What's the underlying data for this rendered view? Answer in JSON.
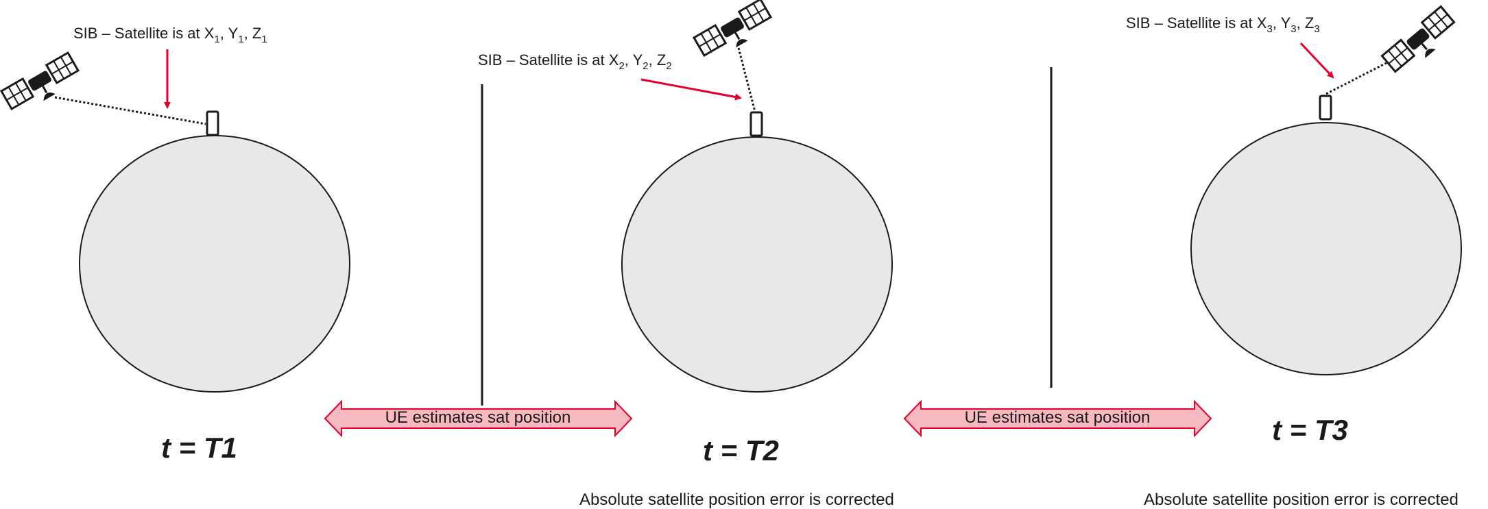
{
  "panels": [
    {
      "sib": {
        "prefix": "SIB – Satellite is at X",
        "s1": "1",
        "y": ", Y",
        "s2": "1",
        "z": ", Z",
        "s3": "1"
      },
      "time_label": "t = T1",
      "footer": ""
    },
    {
      "sib": {
        "prefix": "SIB – Satellite is at X",
        "s1": "2",
        "y": ", Y",
        "s2": "2",
        "z": ", Z",
        "s3": "2"
      },
      "time_label": "t = T2",
      "footer": "Absolute satellite position error is corrected"
    },
    {
      "sib": {
        "prefix": "SIB – Satellite is at X",
        "s1": "3",
        "y": ", Y",
        "s2": "3",
        "z": ", Z",
        "s3": "3"
      },
      "time_label": "t = T3",
      "footer": "Absolute satellite position error is corrected"
    }
  ],
  "transitions": [
    {
      "label": "UE estimates sat position"
    },
    {
      "label": "UE estimates sat position"
    }
  ],
  "colors": {
    "earth_fill": "#e8e8e8",
    "pointer_red": "#e4002b",
    "arrow_fill": "#f7b9c0",
    "arrow_stroke": "#e4002b"
  },
  "icons": [
    "satellite-icon",
    "ue-device-icon"
  ]
}
